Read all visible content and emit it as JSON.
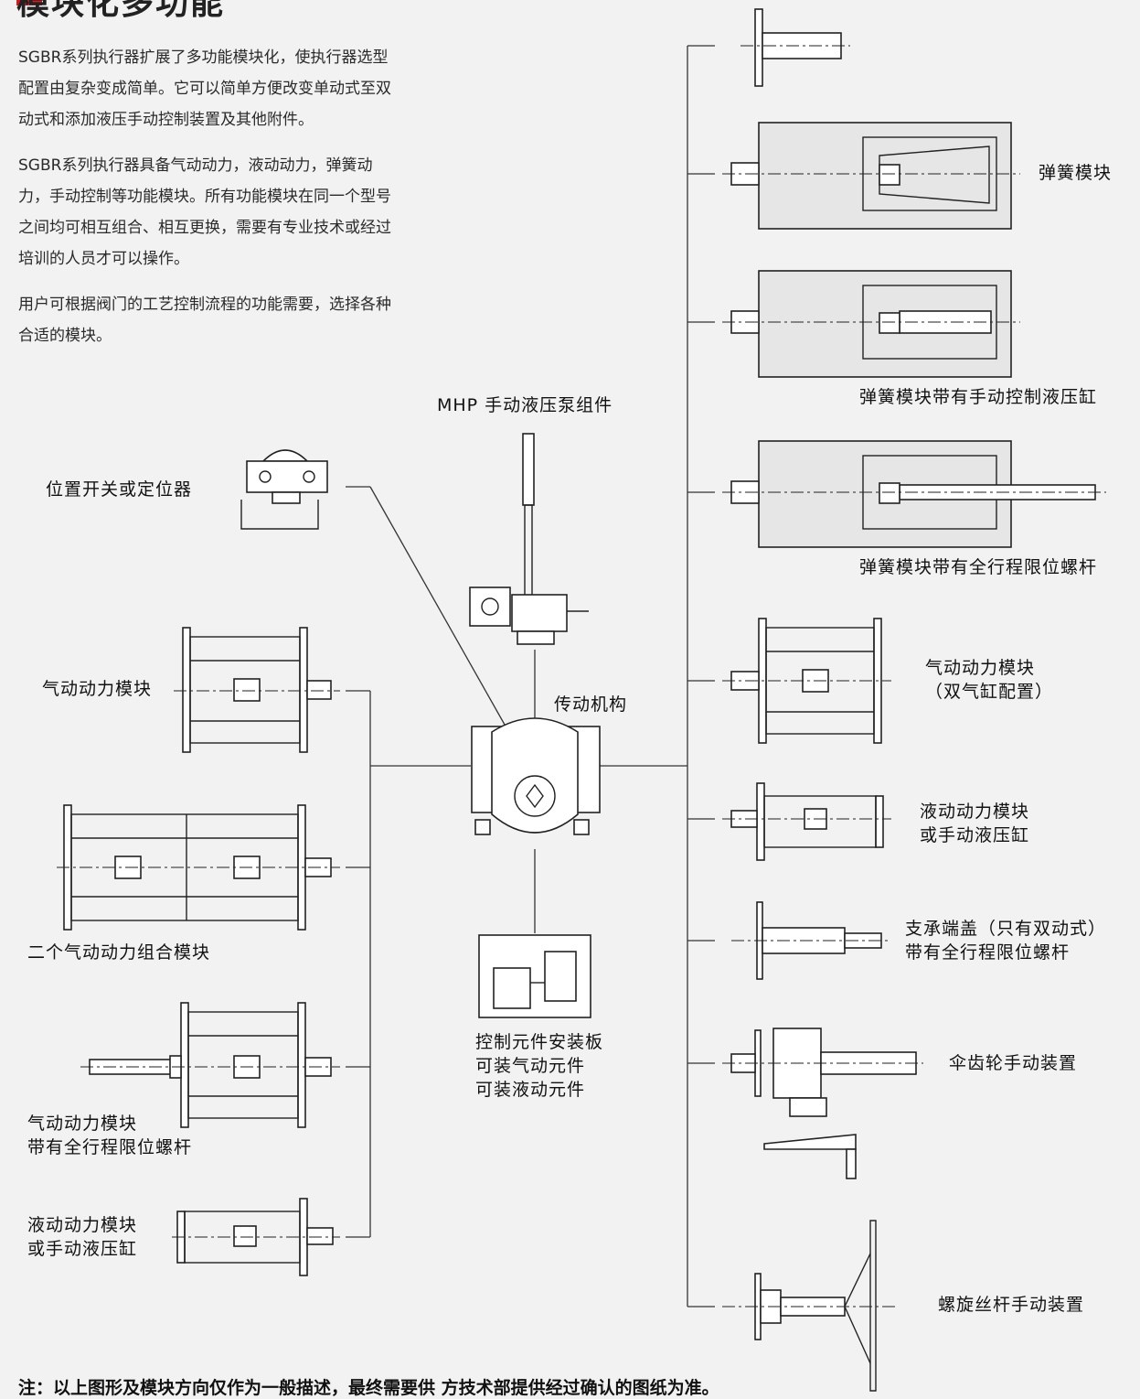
{
  "title": "模块化多功能",
  "intro": {
    "p1": "SGBR系列执行器扩展了多功能模块化，使执行器选型配置由复杂变成简单。它可以简单方便改变单动式至双动式和添加液压手动控制装置及其他附件。",
    "p2": "SGBR系列执行器具备气动动力，液动动力，弹簧动力，手动控制等功能模块。所有功能模块在同一个型号之间均可相互组合、相互更换，需要有专业技术或经过培训的人员才可以操作。",
    "p3": "用户可根据阀门的工艺控制流程的功能需要，选择各种合适的模块。"
  },
  "center": {
    "mhp": "MHP 手动液压泵组件",
    "drive": "传动机构",
    "panel_1": "控制元件安装板",
    "panel_2": "可装气动元件",
    "panel_3": "可装液动元件",
    "position_switch": "位置开关或定位器"
  },
  "left": {
    "pneumatic": "气动动力模块",
    "double_pneumatic": "二个气动动力组合模块",
    "pneumatic_limit_1": "气动动力模块",
    "pneumatic_limit_2": "带有全行程限位螺杆",
    "hydraulic_1": "液动动力模块",
    "hydraulic_2": "或手动液压缸"
  },
  "right": {
    "spring": "弹簧模块",
    "spring_hyd": "弹簧模块带有手动控制液压缸",
    "spring_limit": "弹簧模块带有全行程限位螺杆",
    "dual_1": "气动动力模块",
    "dual_2": "（双气缸配置）",
    "hyd_1": "液动动力模块",
    "hyd_2": "或手动液压缸",
    "end_cap_1": "支承端盖（只有双动式）",
    "end_cap_2": "带有全行程限位螺杆",
    "bevel": "伞齿轮手动装置",
    "worm": "螺旋丝杆手动装置"
  },
  "note": "注：以上图形及模块方向仅作为一般描述，最终需要供 方技术部提供经过确认的图纸为准。"
}
